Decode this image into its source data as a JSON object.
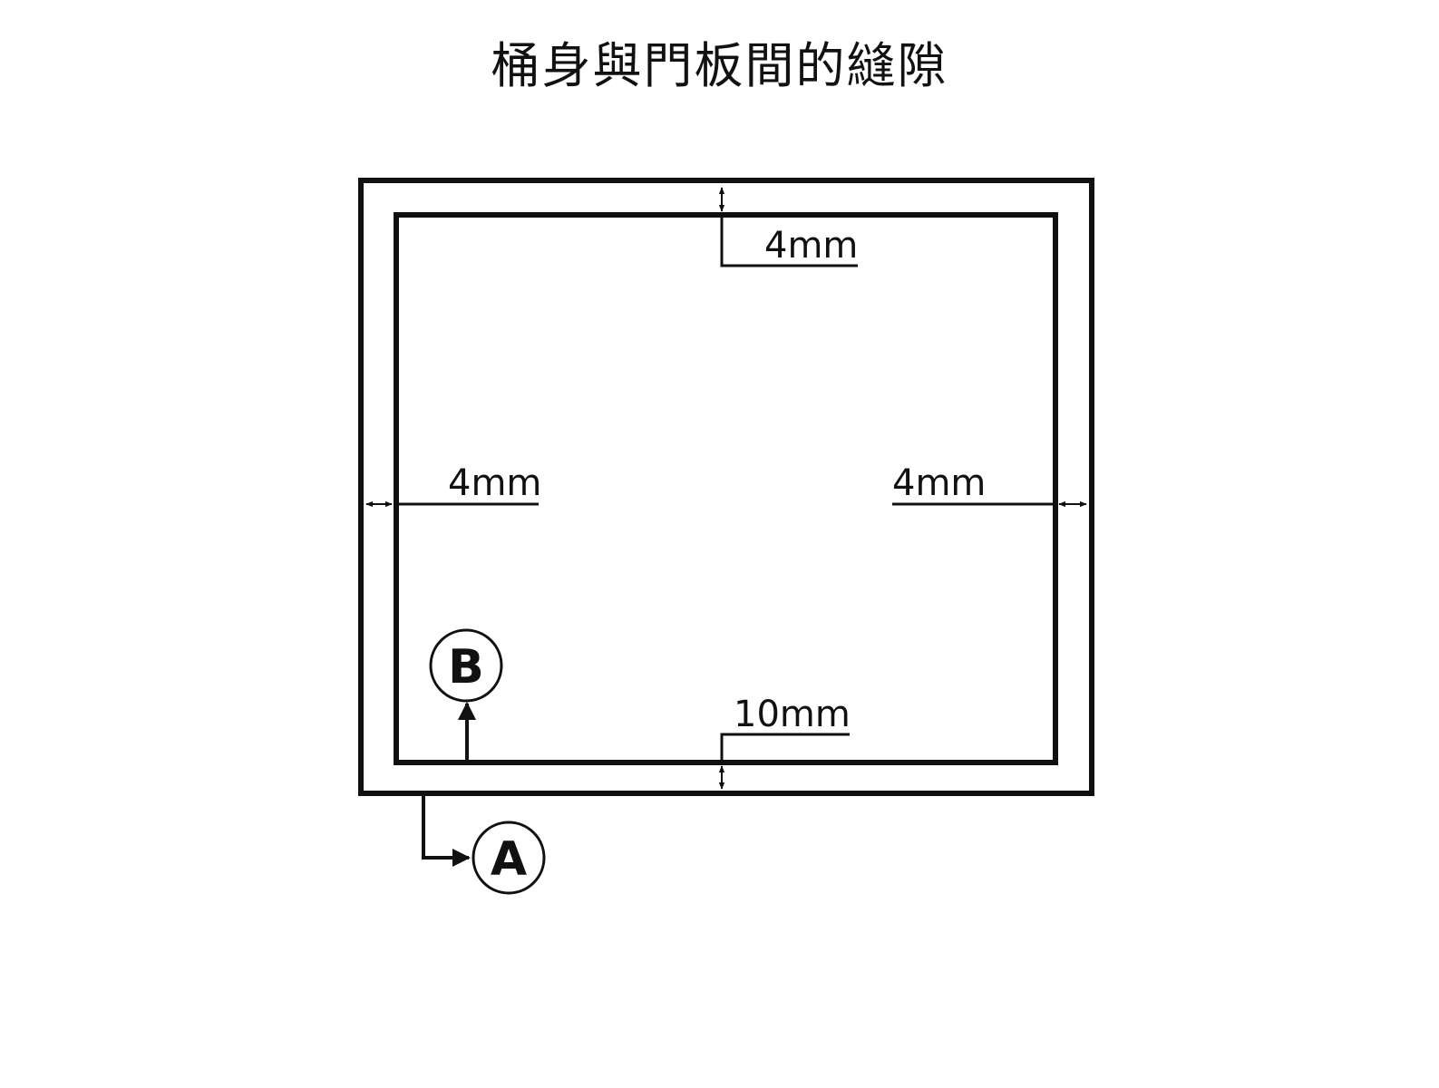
{
  "title": "桶身與門板間的縫隙",
  "dimensions": {
    "top": "4mm",
    "left": "4mm",
    "right": "4mm",
    "bottom": "10mm"
  },
  "callouts": {
    "outer": "A",
    "inner": "B"
  },
  "colors": {
    "line": "#111111",
    "background": "#ffffff"
  }
}
